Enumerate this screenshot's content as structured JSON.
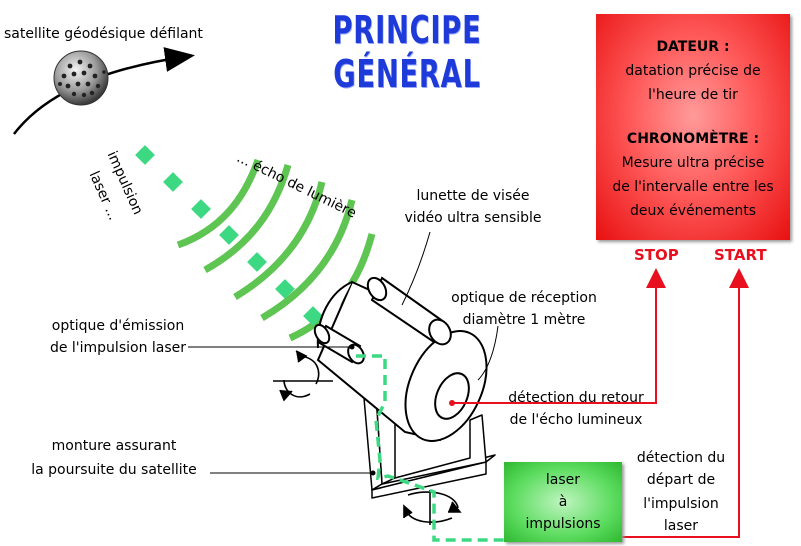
{
  "title": "PRINCIPE GÉNÉRAL",
  "satellite_label": "satellite géodésique défilant",
  "echo_label": "... écho de lumière",
  "pulse_label": [
    "impulsion",
    "laser ..."
  ],
  "telescope_label": [
    "lunette de visée",
    "vidéo ultra sensible"
  ],
  "reception_label": [
    "optique de réception",
    "diamètre 1 mètre"
  ],
  "emission_label": [
    "optique d'émission",
    "de l'impulsion laser"
  ],
  "mount_label": [
    "monture assurant",
    "la poursuite du satellite"
  ],
  "return_label": [
    "détection du retour",
    "de l'écho lumineux"
  ],
  "departure_label": [
    "détection du",
    "départ de",
    "l'impulsion",
    "laser"
  ],
  "red_box": {
    "dateur_title": "DATEUR :",
    "dateur_text": [
      "datation précise de",
      "l'heure de tir"
    ],
    "chrono_title": "CHRONOMÈTRE :",
    "chrono_text": [
      "Mesure ultra précise",
      "de l'intervalle entre les",
      "deux événements"
    ]
  },
  "stop_label": "STOP",
  "start_label": "START",
  "laser_box": [
    "laser",
    "à",
    "impulsions"
  ],
  "colors": {
    "title": "#1e3ad8",
    "red_box": "#ff4a4a",
    "signal": "#e8101e",
    "laser": "#3dd882",
    "echo": "#5ec452",
    "laser_box": "#5ddc60"
  }
}
